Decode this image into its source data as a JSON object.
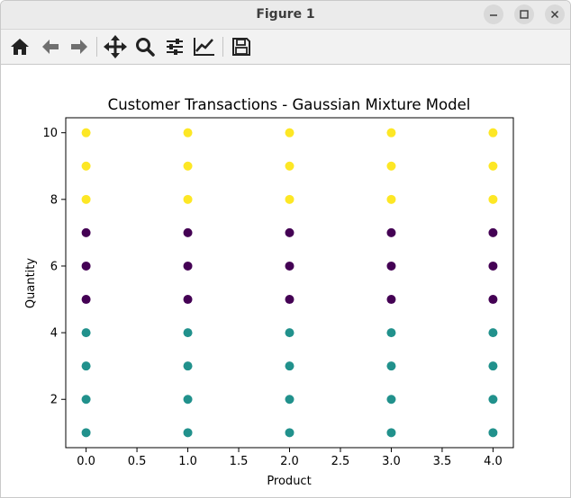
{
  "window": {
    "title": "Figure 1"
  },
  "toolbar": {
    "buttons": [
      "home-icon",
      "back-arrow-icon",
      "forward-arrow-icon",
      "pan-icon",
      "zoom-icon",
      "configure-subplots-icon",
      "edit-axis-icon",
      "save-icon"
    ]
  },
  "chart_data": {
    "type": "scatter",
    "title": "Customer Transactions - Gaussian Mixture Model",
    "xlabel": "Product",
    "ylabel": "Quantity",
    "xlim": [
      -0.2,
      4.2
    ],
    "ylim": [
      0.55,
      10.45
    ],
    "xticks": [
      "0.0",
      "0.5",
      "1.0",
      "1.5",
      "2.0",
      "2.5",
      "3.0",
      "3.5",
      "4.0"
    ],
    "xtick_values": [
      0,
      0.5,
      1,
      1.5,
      2,
      2.5,
      3,
      3.5,
      4
    ],
    "yticks": [
      "2",
      "4",
      "6",
      "8",
      "10"
    ],
    "ytick_values": [
      2,
      4,
      6,
      8,
      10
    ],
    "grid": false,
    "cluster_colors": [
      "#440154",
      "#21918c",
      "#fde725"
    ],
    "x": [
      0,
      1,
      2,
      3,
      4
    ],
    "quantity_clusters": [
      {
        "quantity": 1,
        "cluster": 1
      },
      {
        "quantity": 2,
        "cluster": 1
      },
      {
        "quantity": 3,
        "cluster": 1
      },
      {
        "quantity": 4,
        "cluster": 1
      },
      {
        "quantity": 5,
        "cluster": 0
      },
      {
        "quantity": 6,
        "cluster": 0
      },
      {
        "quantity": 7,
        "cluster": 0
      },
      {
        "quantity": 8,
        "cluster": 2
      },
      {
        "quantity": 9,
        "cluster": 2
      },
      {
        "quantity": 10,
        "cluster": 2
      }
    ]
  }
}
